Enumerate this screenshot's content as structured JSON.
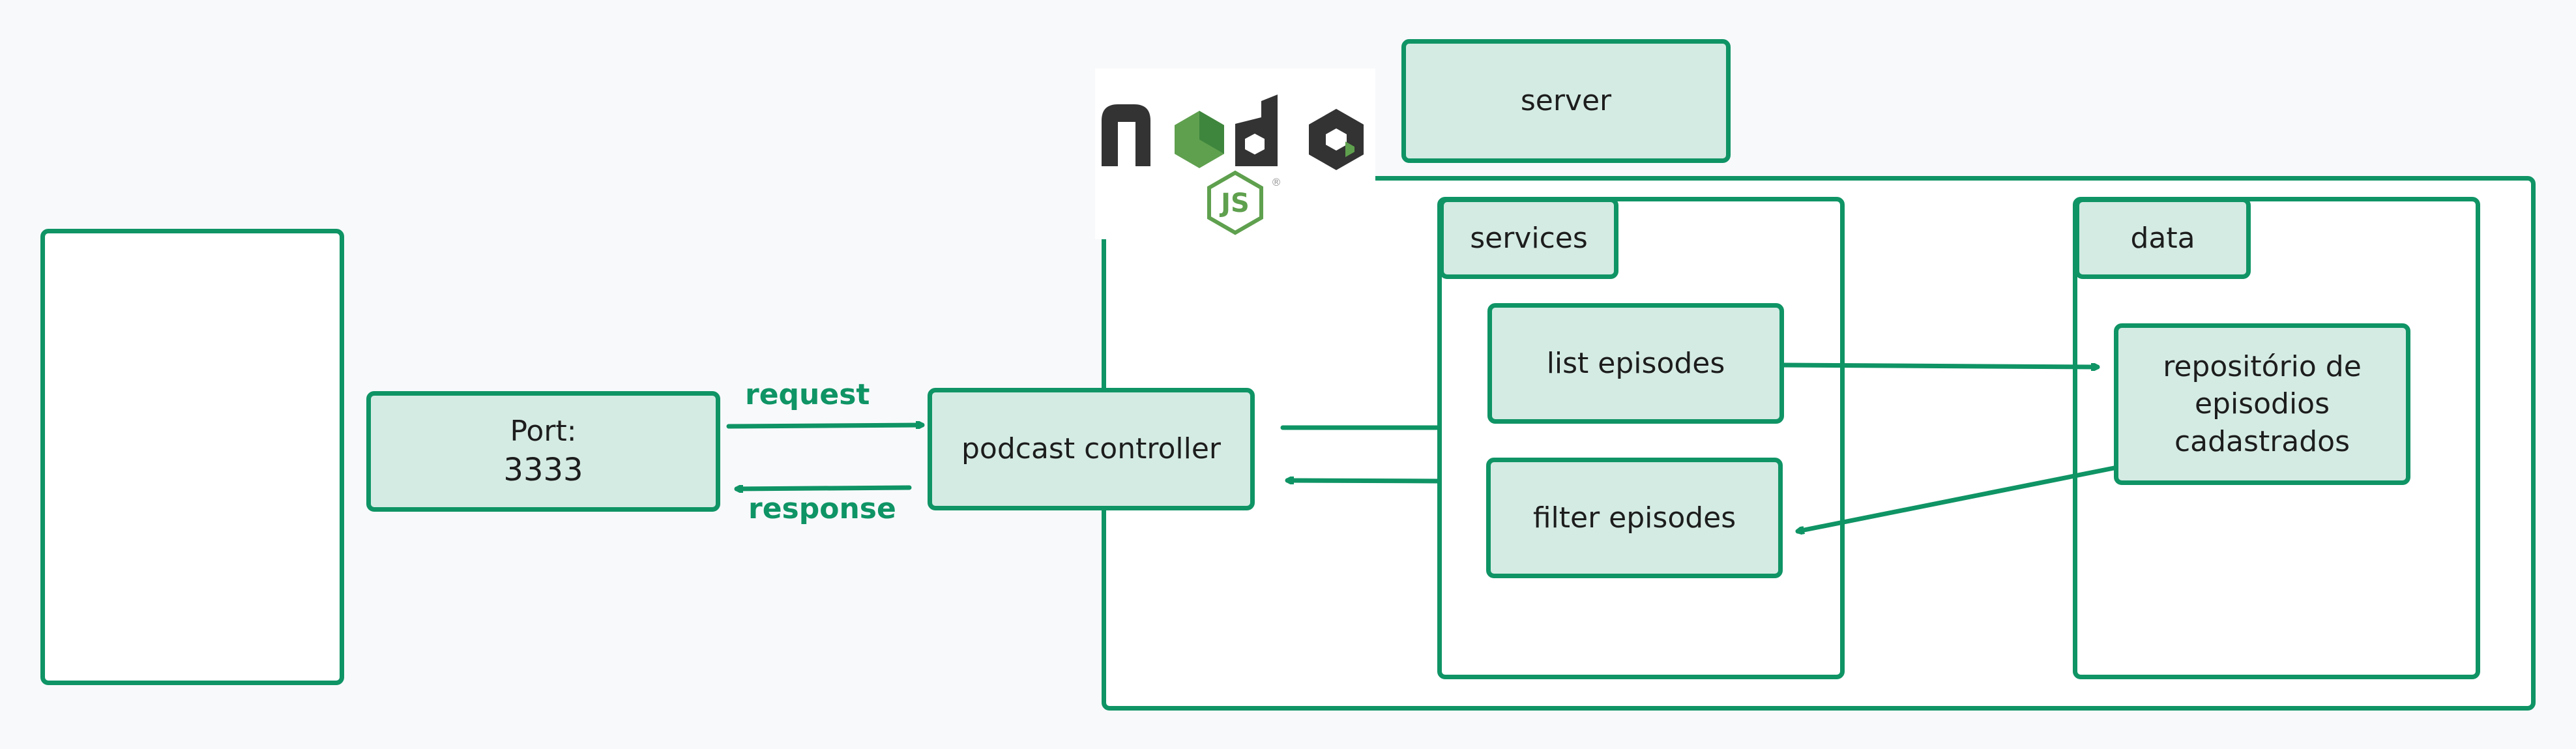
{
  "labels": {
    "server": "server",
    "services": "services",
    "data": "data",
    "port_line1": "Port:",
    "port_line2": "3333",
    "controller": "podcast controller",
    "list_episodes": "list episodes",
    "filter_episodes": "filter episodes",
    "repo_line1": "repositório de",
    "repo_line2": "episodios",
    "repo_line3": "cadastrados",
    "request": "request",
    "response": "response"
  },
  "logo": {
    "name": "nodejs-logo"
  },
  "colors": {
    "stroke": "#0f9465",
    "fill": "#d4ebe3",
    "background": "#f8f9fb",
    "text": "#1d1d1d"
  }
}
